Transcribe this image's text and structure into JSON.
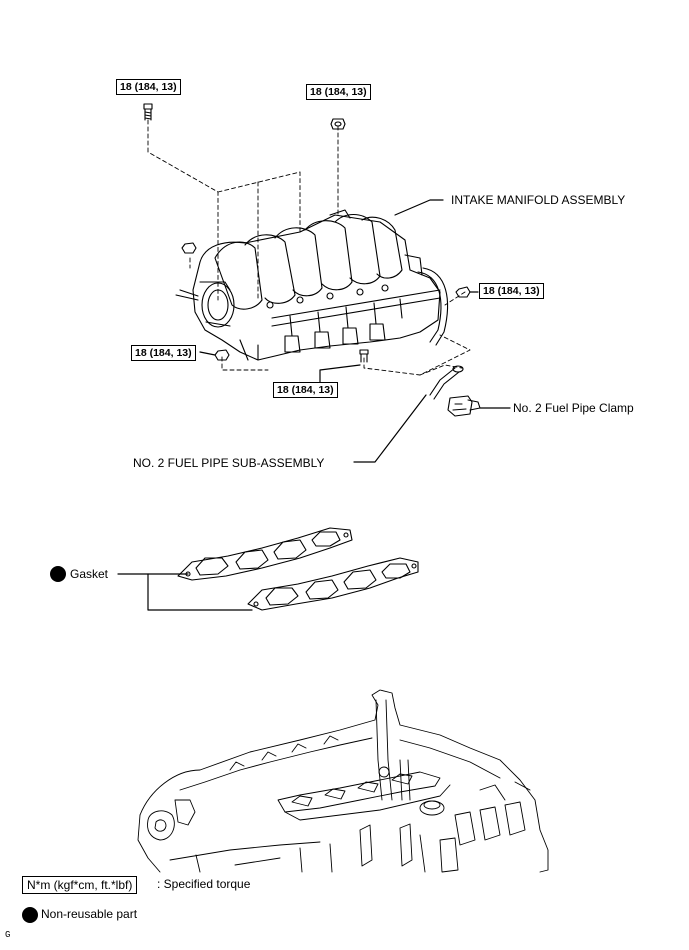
{
  "torque_spec": "18 (184, 13)",
  "labels": {
    "intake_manifold": "INTAKE MANIFOLD ASSEMBLY",
    "fuel_pipe_clamp": "No. 2 Fuel Pipe Clamp",
    "fuel_pipe_sub": "NO. 2 FUEL PIPE SUB-ASSEMBLY",
    "gasket": "Gasket"
  },
  "legend": {
    "torque_unit": "N*m (kgf*cm, ft.*lbf)",
    "torque_desc": ": Specified torque",
    "non_reusable": "Non-reusable part"
  },
  "corner_mark": "G"
}
